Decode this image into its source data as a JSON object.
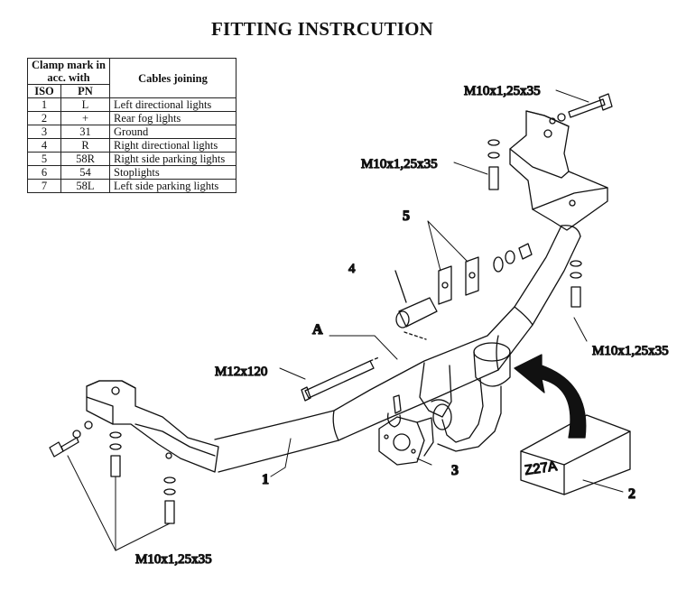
{
  "title": "FITTING INSTRCUTION",
  "legend": {
    "header_clamp": "Clamp mark in acc. with",
    "header_cables": "Cables joining",
    "header_iso": "ISO",
    "header_pn": "PN",
    "rows": [
      {
        "iso": "1",
        "pn": "L",
        "desc": "Left directional lights"
      },
      {
        "iso": "2",
        "pn": "+",
        "desc": "Rear fog lights"
      },
      {
        "iso": "3",
        "pn": "31",
        "desc": "Ground"
      },
      {
        "iso": "4",
        "pn": "R",
        "desc": "Right directional lights"
      },
      {
        "iso": "5",
        "pn": "58R",
        "desc": "Right side parking lights"
      },
      {
        "iso": "6",
        "pn": "54",
        "desc": "Stoplights"
      },
      {
        "iso": "7",
        "pn": "58L",
        "desc": "Left side parking lights"
      }
    ]
  },
  "labels": {
    "bolt_top": "M10x1,25x35",
    "bolt_mid": "M10x1,25x35",
    "bolt_right": "M10x1,25x35",
    "bolt_bottom": "M10x1,25x35",
    "bolt_long": "M12x120",
    "point_a": "A",
    "part_1": "1",
    "part_2": "2",
    "part_3": "3",
    "part_4": "4",
    "part_5": "5",
    "box_code": "Z27A"
  }
}
